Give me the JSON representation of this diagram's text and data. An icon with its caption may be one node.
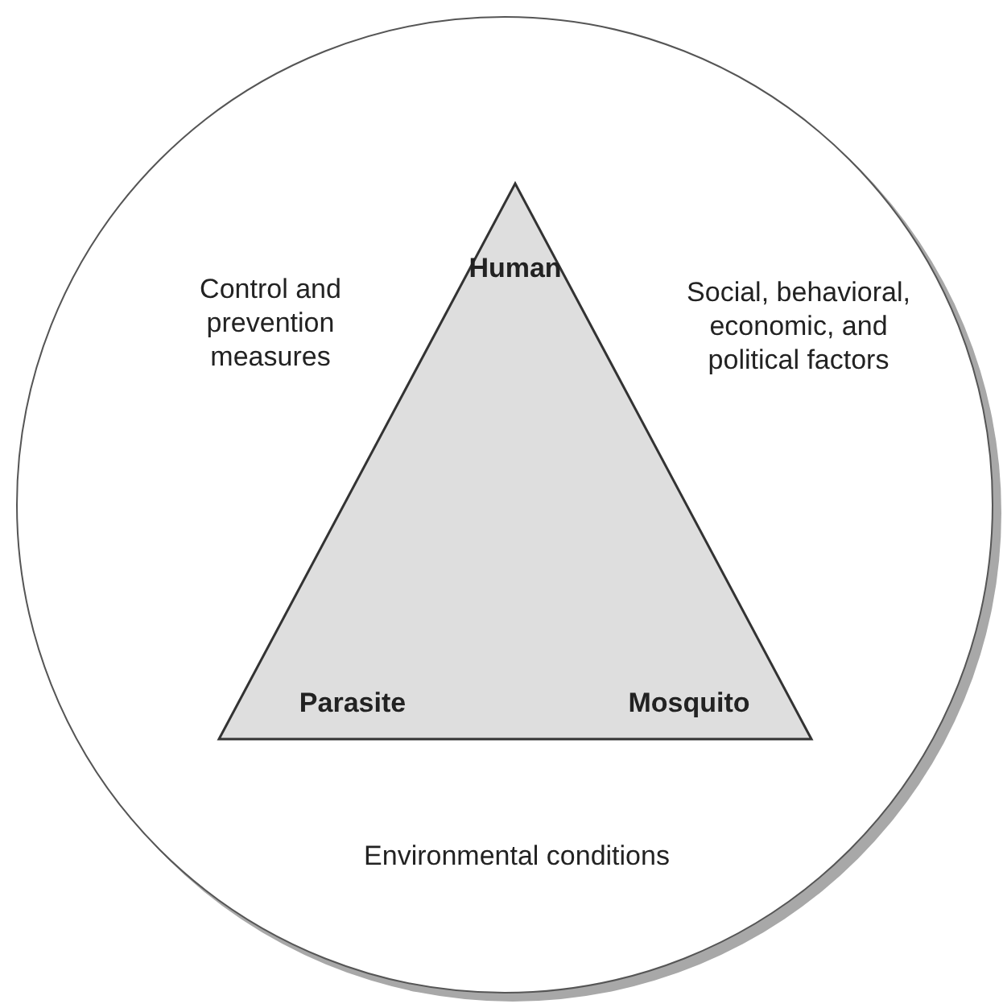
{
  "diagram": {
    "nodes": [
      {
        "text": [
          "Control and prevention measures",
          "Social, behavioral, economic, and political factors",
          "Environmental conditions"
        ]
      },
      {
        "text": [
          "Human",
          "Parasite",
          "Mosquito"
        ],
        "in": 0
      }
    ]
  }
}
